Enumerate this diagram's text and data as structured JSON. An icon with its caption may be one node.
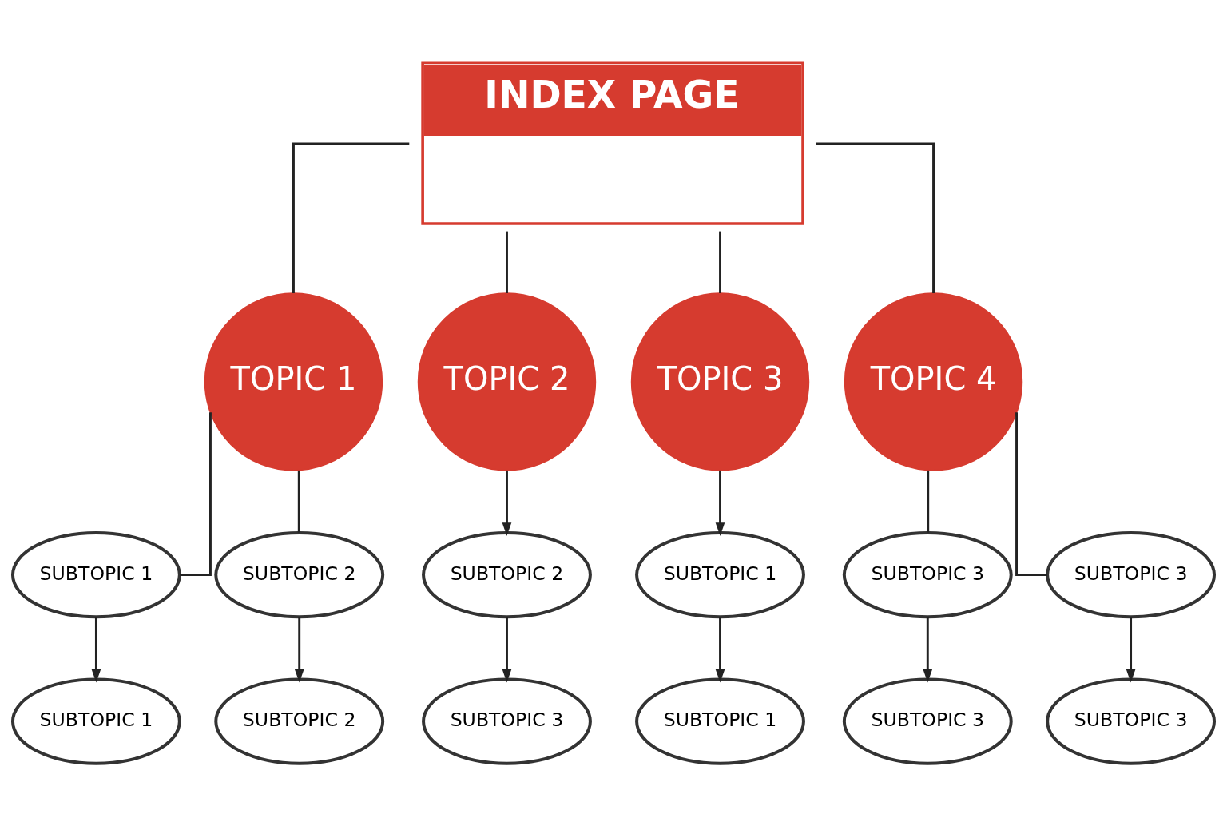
{
  "diagram": {
    "nodes": [
      {
        "text": [
          "INDEX PAGE"
        ]
      },
      {
        "text": [
          "TOPIC 1"
        ]
      },
      {
        "text": [
          "TOPIC 2"
        ]
      },
      {
        "text": [
          "TOPIC 3"
        ]
      },
      {
        "text": [
          "TOPIC 4"
        ]
      },
      {
        "text": [
          "SUBTOPIC 1"
        ]
      },
      {
        "text": [
          "SUBTOPIC 2"
        ]
      },
      {
        "text": [
          "SUBTOPIC 2"
        ]
      },
      {
        "text": [
          "SUBTOPIC 1"
        ]
      },
      {
        "text": [
          "SUBTOPIC 3"
        ]
      },
      {
        "text": [
          "SUBTOPIC 3"
        ]
      },
      {
        "text": [
          "SUBTOPIC 1"
        ]
      },
      {
        "text": [
          "SUBTOPIC 2"
        ]
      },
      {
        "text": [
          "SUBTOPIC 3"
        ]
      },
      {
        "text": [
          "SUBTOPIC 1"
        ]
      },
      {
        "text": [
          "SUBTOPIC 3"
        ]
      },
      {
        "text": [
          "SUBTOPIC 3"
        ]
      }
    ],
    "edges": [
      {
        "from": 0,
        "to": 1,
        "arrow": "none"
      },
      {
        "from": 0,
        "to": 2,
        "arrow": "none"
      },
      {
        "from": 0,
        "to": 3,
        "arrow": "none"
      },
      {
        "from": 0,
        "to": 4,
        "arrow": "none"
      },
      {
        "from": 1,
        "to": 5,
        "arrow": "none"
      },
      {
        "from": 1,
        "to": 6,
        "arrow": "none"
      },
      {
        "from": 2,
        "to": 7,
        "arrow": "to"
      },
      {
        "from": 3,
        "to": 8,
        "arrow": "to"
      },
      {
        "from": 4,
        "to": 9,
        "arrow": "none"
      },
      {
        "from": 4,
        "to": 10,
        "arrow": "none"
      },
      {
        "from": 5,
        "to": 11,
        "arrow": "to"
      },
      {
        "from": 6,
        "to": 12,
        "arrow": "to"
      },
      {
        "from": 7,
        "to": 13,
        "arrow": "to"
      },
      {
        "from": 8,
        "to": 14,
        "arrow": "to"
      },
      {
        "from": 9,
        "to": 15,
        "arrow": "to"
      },
      {
        "from": 10,
        "to": 16,
        "arrow": "to"
      }
    ]
  }
}
